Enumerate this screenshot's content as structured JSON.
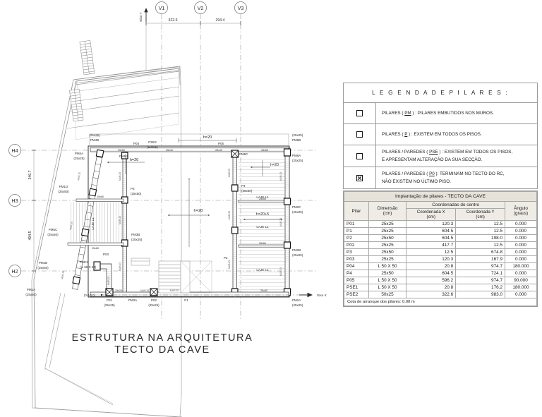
{
  "drawing": {
    "title_line1": "ESTRUTURA NA ARQUITETURA",
    "title_line2": "TECTO DA CAVE",
    "axis_y_label": "Eixo Y",
    "axis_x_label": "Eixo X",
    "origin_label": "(0.0,0.0)",
    "vertical_grids": [
      {
        "id": "V1"
      },
      {
        "id": "V2"
      },
      {
        "id": "V3"
      }
    ],
    "horizontal_grids": [
      {
        "id": "H4"
      },
      {
        "id": "H3"
      },
      {
        "id": "H2"
      }
    ],
    "top_dimensions": [
      "322.6",
      "294.4"
    ],
    "left_dimensions": [
      "346.7",
      "494.5"
    ],
    "slab_labels": [
      "LAJE L1",
      "LAJE L1",
      "LAJE L1"
    ],
    "thickness_labels": [
      "h=20",
      "h=20",
      "h=20",
      "h=20",
      "h=20+5"
    ],
    "beam_dims": [
      "25x50",
      "25x40",
      "25x40",
      "25x50",
      "25x50",
      "25x50",
      "25x50",
      "25x50",
      "25x60",
      "25x60"
    ],
    "pillar_tags": [
      {
        "name": "PM4B",
        "dim": "(25x25)"
      },
      {
        "name": "PM4A",
        "dim": "(25x25)"
      },
      {
        "name": "PM1D",
        "dim": "(25x50)"
      },
      {
        "name": "PM5C",
        "dim": "(25x50)"
      },
      {
        "name": "PM1B",
        "dim": "(25x50)"
      },
      {
        "name": "PM1A",
        "dim": "(25x50)"
      },
      {
        "name": "PM5A",
        "dim": ""
      },
      {
        "name": "PM3B",
        "dim": "(25x25)"
      },
      {
        "name": "PSE1",
        "dim": "( L 50 X 50)"
      },
      {
        "name": "P01",
        "dim": "(25x25)"
      },
      {
        "name": "PM3A",
        "dim": ""
      },
      {
        "name": "P02",
        "dim": "(25x25)"
      },
      {
        "name": "P1",
        "dim": ""
      },
      {
        "name": "PM2A",
        "dim": "(25x25)"
      },
      {
        "name": "PM2B",
        "dim": "(25x25)"
      },
      {
        "name": "PM2C",
        "dim": "(25x25)"
      },
      {
        "name": "PM6A",
        "dim": "(25x25)"
      },
      {
        "name": "PM6B",
        "dim": "(25x25)"
      },
      {
        "name": "PM5C",
        "dim": ""
      },
      {
        "name": "PSE2",
        "dim": "(50x25)"
      },
      {
        "name": "P04",
        "dim": ""
      },
      {
        "name": "P05",
        "dim": ""
      },
      {
        "name": "P03",
        "dim": ""
      },
      {
        "name": "P3",
        "dim": "(25x50)"
      },
      {
        "name": "P4",
        "dim": "(25x50)"
      },
      {
        "name": "P2",
        "dim": ""
      }
    ]
  },
  "legend": {
    "title": "L E G E N D A   D E   P I L A R E S :",
    "rows": [
      {
        "symbol": "empty-square",
        "line1_pre": "PILARES ( ",
        "line1_code": "PM",
        "line1_post": " ) : PILARES EMBUTIDOS NOS MUROS.",
        "line2": ""
      },
      {
        "symbol": "empty-square",
        "line1_pre": "PILARES ( ",
        "line1_code": "P",
        "line1_post": " ) : EXISTEM EM TODOS OS PISOS.",
        "line2": ""
      },
      {
        "symbol": "empty-square",
        "line1_pre": "PILARES / PAREDES ( ",
        "line1_code": "PSE",
        "line1_post": " ) : EXISTEM EM TODOS OS PISOS,",
        "line2": "E APRESENTAM ALTERAÇÃO DA SUA SECÇÃO."
      },
      {
        "symbol": "crossed-square",
        "line1_pre": "PILARES / PAREDES ( ",
        "line1_code": "P0",
        "line1_post": " ): TERMINAM NO TECTO DO RC,",
        "line2": "NÃO EXISTEM NO ÚLTIMO PISO."
      }
    ]
  },
  "pillar_table": {
    "title": "Implantação de pilares - TECTO DA CAVE",
    "headers": {
      "pilar": "Pilar",
      "dimensao": "Dimensão",
      "dimensao_unit": "(cm)",
      "coord_group": "Coordenadas do centro",
      "coord_x": "Coordenada X",
      "coord_x_unit": "(cm)",
      "coord_y": "Coordenada Y",
      "coord_y_unit": "(cm)",
      "angulo": "Ângulo",
      "angulo_unit": "(graus)"
    },
    "rows": [
      {
        "pilar": "P01",
        "dimensao": "25x25",
        "x": "120.3",
        "y": "12.5",
        "angulo": "0.000"
      },
      {
        "pilar": "P1",
        "dimensao": "25x25",
        "x": "604.5",
        "y": "12.5",
        "angulo": "0.000"
      },
      {
        "pilar": "P2",
        "dimensao": "25x50",
        "x": "604.5",
        "y": "198.0",
        "angulo": "0.000"
      },
      {
        "pilar": "P02",
        "dimensao": "25x25",
        "x": "417.7",
        "y": "12.5",
        "angulo": "0.000"
      },
      {
        "pilar": "P3",
        "dimensao": "25x50",
        "x": "12.5",
        "y": "674.8",
        "angulo": "0.000"
      },
      {
        "pilar": "P03",
        "dimensao": "25x25",
        "x": "120.3",
        "y": "167.9",
        "angulo": "0.000"
      },
      {
        "pilar": "P04",
        "dimensao": "L 50 X 50",
        "x": "20.8",
        "y": "974.7",
        "angulo": "180.000"
      },
      {
        "pilar": "P4",
        "dimensao": "25x50",
        "x": "604.5",
        "y": "724.1",
        "angulo": "0.000"
      },
      {
        "pilar": "P05",
        "dimensao": "L 50 X 50",
        "x": "596.2",
        "y": "974.7",
        "angulo": "90.000"
      },
      {
        "pilar": "PSE1",
        "dimensao": "L 50 X 50",
        "x": "20.8",
        "y": "176.2",
        "angulo": "180.000"
      },
      {
        "pilar": "PSE2",
        "dimensao": "50x25",
        "x": "322.6",
        "y": "983.0",
        "angulo": "0.000"
      }
    ],
    "footnote": "Cota de arranque dos pilares: 0.00 m"
  }
}
